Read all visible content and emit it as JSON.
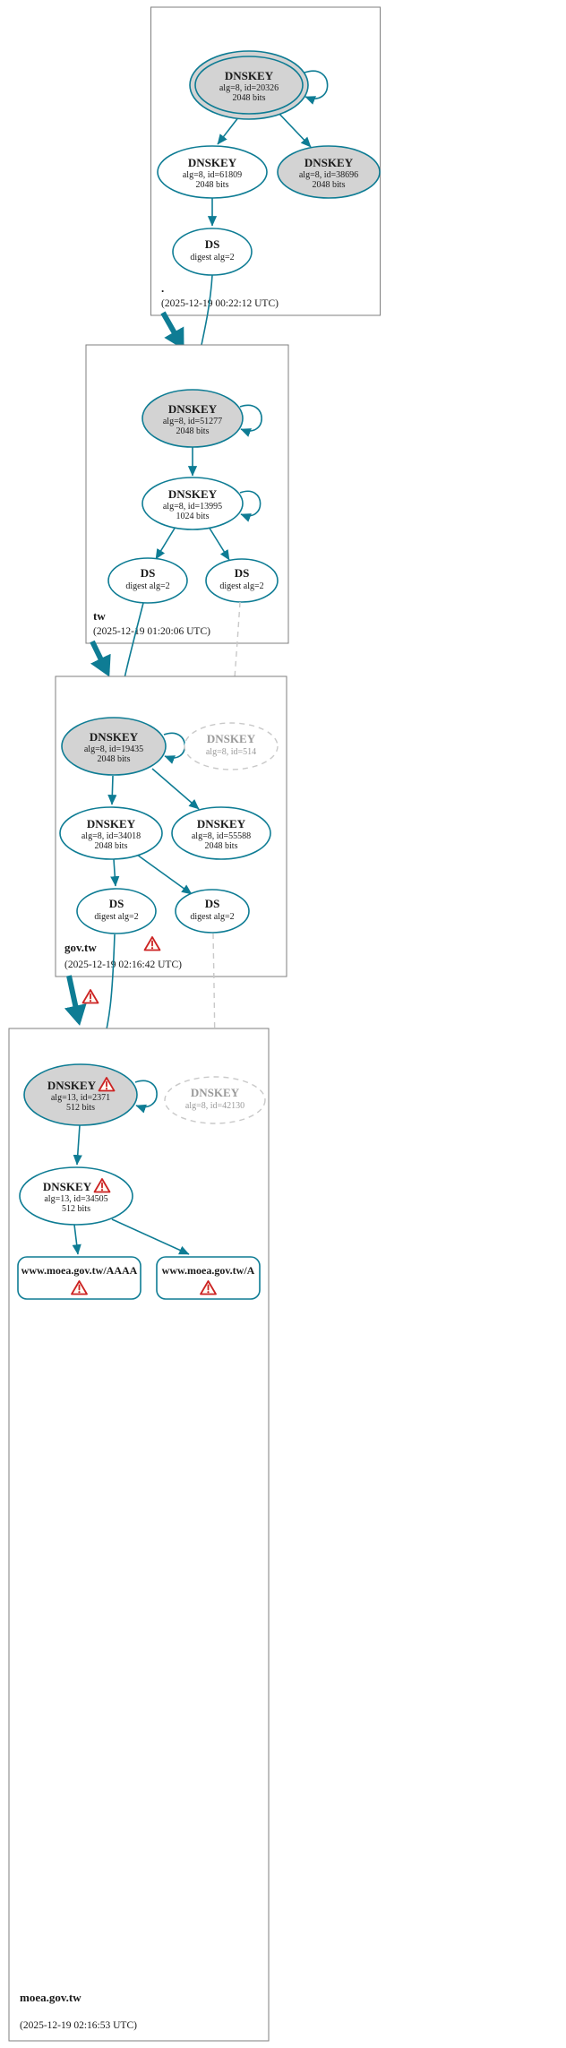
{
  "diagram": {
    "type": "dnssec-authentication-chain",
    "colors": {
      "edge_secure": "#0e7c94",
      "ksk_fill": "#d3d3d3",
      "missing_node": "#c9c9c9",
      "warning": "#cc2222",
      "zone_border": "#7f7f7f"
    },
    "zones": {
      "root": {
        "label": ".",
        "timestamp": "(2025-12-19 00:22:12 UTC)",
        "nodes": {
          "ksk20326": {
            "title": "DNSKEY",
            "detail1": "alg=8, id=20326",
            "detail2": "2048 bits"
          },
          "zsk61809": {
            "title": "DNSKEY",
            "detail1": "alg=8, id=61809",
            "detail2": "2048 bits"
          },
          "ksk38696": {
            "title": "DNSKEY",
            "detail1": "alg=8, id=38696",
            "detail2": "2048 bits"
          },
          "ds": {
            "title": "DS",
            "detail1": "digest alg=2"
          }
        }
      },
      "tw": {
        "label": "tw",
        "timestamp": "(2025-12-19 01:20:06 UTC)",
        "nodes": {
          "ksk51277": {
            "title": "DNSKEY",
            "detail1": "alg=8, id=51277",
            "detail2": "2048 bits"
          },
          "zsk13995": {
            "title": "DNSKEY",
            "detail1": "alg=8, id=13995",
            "detail2": "1024 bits"
          },
          "ds1": {
            "title": "DS",
            "detail1": "digest alg=2"
          },
          "ds2": {
            "title": "DS",
            "detail1": "digest alg=2"
          }
        }
      },
      "govtw": {
        "label": "gov.tw",
        "timestamp": "(2025-12-19 02:16:42 UTC)",
        "nodes": {
          "ksk19435": {
            "title": "DNSKEY",
            "detail1": "alg=8, id=19435",
            "detail2": "2048 bits"
          },
          "missing514": {
            "title": "DNSKEY",
            "detail1": "alg=8, id=514"
          },
          "zsk34018": {
            "title": "DNSKEY",
            "detail1": "alg=8, id=34018",
            "detail2": "2048 bits"
          },
          "key55588": {
            "title": "DNSKEY",
            "detail1": "alg=8, id=55588",
            "detail2": "2048 bits"
          },
          "ds1": {
            "title": "DS",
            "detail1": "digest alg=2"
          },
          "ds2": {
            "title": "DS",
            "detail1": "digest alg=2"
          }
        }
      },
      "moea": {
        "label": "moea.gov.tw",
        "timestamp": "(2025-12-19 02:16:53 UTC)",
        "nodes": {
          "ksk2371": {
            "title": "DNSKEY",
            "detail1": "alg=13, id=2371",
            "detail2": "512 bits"
          },
          "missing42130": {
            "title": "DNSKEY",
            "detail1": "alg=8, id=42130"
          },
          "zsk34505": {
            "title": "DNSKEY",
            "detail1": "alg=13, id=34505",
            "detail2": "512 bits"
          },
          "rrset_aaaa": {
            "title": "www.moea.gov.tw/AAAA"
          },
          "rrset_a": {
            "title": "www.moea.gov.tw/A"
          }
        }
      }
    }
  }
}
